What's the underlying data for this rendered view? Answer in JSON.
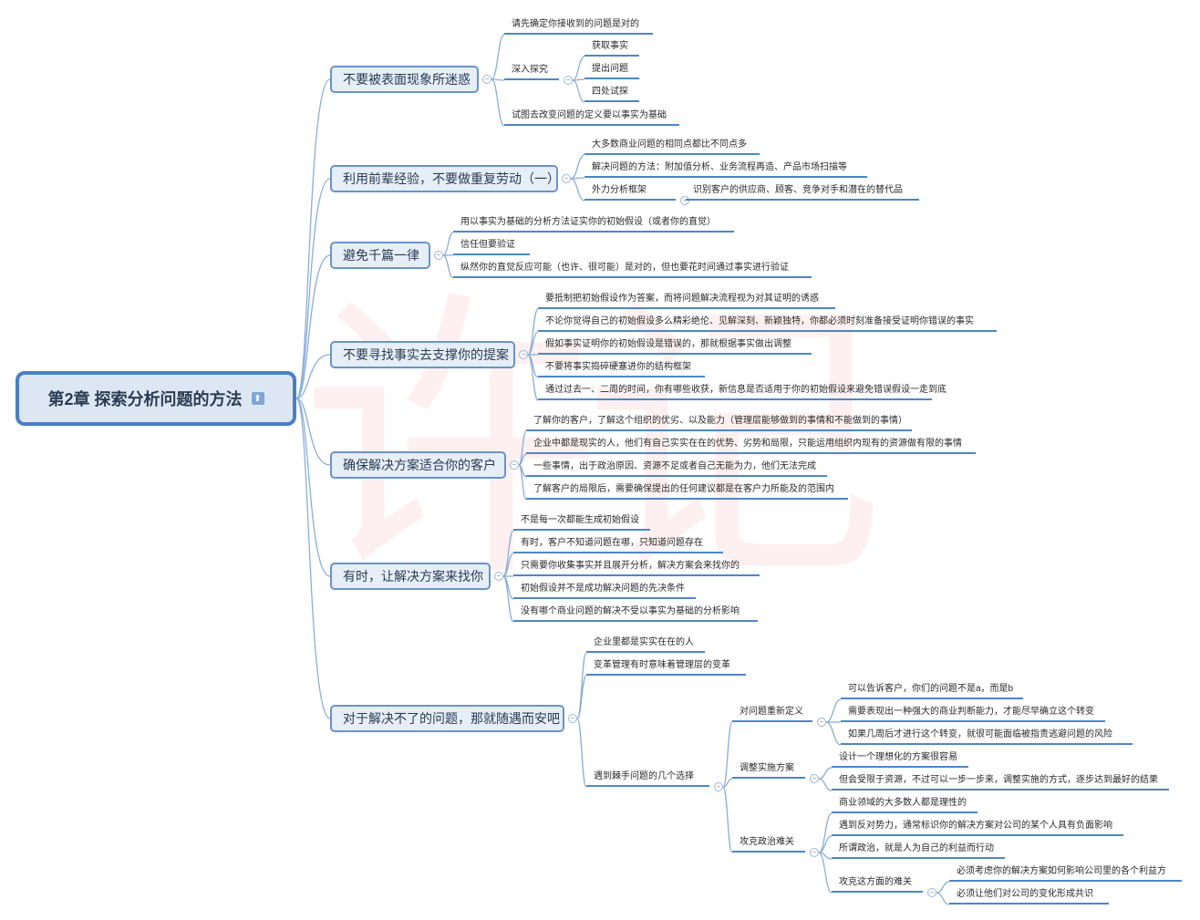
{
  "root": "第2章 探索分析问题的方法",
  "branches": [
    {
      "label": "不要被表面现象所迷惑",
      "items": [
        {
          "label": "请先确定你接收到的问题是对的"
        },
        {
          "label": "深入探究",
          "children": [
            {
              "label": "获取事实"
            },
            {
              "label": "提出问题"
            },
            {
              "label": "四处试探"
            }
          ]
        },
        {
          "label": "试图去改变问题的定义要以事实为基础"
        }
      ]
    },
    {
      "label": "利用前辈经验，不要做重复劳动（一）",
      "items": [
        {
          "label": "大多数商业问题的相同点都比不同点多"
        },
        {
          "label": "解决问题的方法：附加值分析、业务流程再造、产品市场扫描等"
        },
        {
          "label": "外力分析框架",
          "children": [
            {
              "label": "识别客户的供应商、顾客、竞争对手和潜在的替代品"
            }
          ]
        }
      ]
    },
    {
      "label": "避免千篇一律",
      "items": [
        {
          "label": "用以事实为基础的分析方法证实你的初始假设（或者你的直觉）"
        },
        {
          "label": "信任但要验证"
        },
        {
          "label": "纵然你的直觉反应可能（也许、很可能）是对的，但也要花时间通过事实进行验证"
        }
      ]
    },
    {
      "label": "不要寻找事实去支撑你的提案",
      "items": [
        {
          "label": "要抵制把初始假设作为答案，而将问题解决流程视为对其证明的诱惑"
        },
        {
          "label": "不论你觉得自己的初始假设多么精彩绝伦、见解深刻、新颖独特，你都必须时刻准备接受证明你错误的事实"
        },
        {
          "label": "假如事实证明你的初始假设是错误的，那就根据事实做出调整"
        },
        {
          "label": "不要将事实捣碎硬塞进你的结构框架"
        },
        {
          "label": "通过过去一、二周的时间，你有哪些收获，新信息是否适用于你的初始假设来避免错误假设一走到底"
        }
      ]
    },
    {
      "label": "确保解决方案适合你的客户",
      "items": [
        {
          "label": "了解你的客户，了解这个组织的优劣、以及能力（管理层能够做到的事情和不能做到的事情）"
        },
        {
          "label": "企业中都是现实的人，他们有自己实实在在的优势、劣势和局限，只能运用组织内现有的资源做有限的事情"
        },
        {
          "label": "一些事情，出于政治原因、资源不足或者自己无能为力，他们无法完成"
        },
        {
          "label": "了解客户的局限后，需要确保提出的任何建议都是在客户力所能及的范围内"
        }
      ]
    },
    {
      "label": "有时，让解决方案来找你",
      "items": [
        {
          "label": "不是每一次都能生成初始假设"
        },
        {
          "label": "有时，客户不知道问题在哪，只知道问题存在"
        },
        {
          "label": "只需要你收集事实并且展开分析，解决方案会来找你的"
        },
        {
          "label": "初始假设并不是成功解决问题的先决条件"
        },
        {
          "label": "没有哪个商业问题的解决不受以事实为基础的分析影响"
        }
      ]
    },
    {
      "label": "对于解决不了的问题，那就随遇而安吧",
      "items": [
        {
          "label": "企业里都是实实在在的人"
        },
        {
          "label": "变革管理有时意味着管理层的变革"
        },
        {
          "label": "遇到棘手问题的几个选择",
          "children": [
            {
              "label": "对问题重新定义",
              "children": [
                {
                  "label": "可以告诉客户，你们的问题不是a，而是b"
                },
                {
                  "label": "需要表现出一种强大的商业判断能力，才能尽早确立这个转变"
                },
                {
                  "label": "如果几周后才进行这个转变，就很可能面临被指责逃避问题的风险"
                }
              ]
            },
            {
              "label": "调整实施方案",
              "children": [
                {
                  "label": "设计一个理想化的方案很容易"
                },
                {
                  "label": "但会受限于资源，不过可以一步一步来，调整实施的方式，逐步达到最好的结果"
                }
              ]
            },
            {
              "label": "攻克政治难关",
              "children": [
                {
                  "label": "商业领域的大多数人都是理性的"
                },
                {
                  "label": "遇到反对势力，通常标识你的解决方案对公司的某个人具有负面影响"
                },
                {
                  "label": "所谓政治，就是人为自己的利益而行动"
                },
                {
                  "label": "攻克这方面的难关",
                  "children": [
                    {
                      "label": "必须考虑你的解决方案如何影响公司里的各个利益方"
                    },
                    {
                      "label": "必须让他们对公司的变化形成共识"
                    }
                  ]
                }
              ]
            }
          ]
        }
      ]
    }
  ]
}
